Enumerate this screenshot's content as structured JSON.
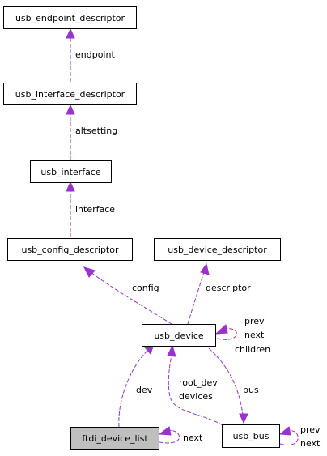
{
  "nodes": {
    "usb_endpoint_descriptor": "usb_endpoint_descriptor",
    "usb_interface_descriptor": "usb_interface_descriptor",
    "usb_interface": "usb_interface",
    "usb_config_descriptor": "usb_config_descriptor",
    "usb_device_descriptor": "usb_device_descriptor",
    "usb_device": "usb_device",
    "ftdi_device_list": "ftdi_device_list",
    "usb_bus": "usb_bus"
  },
  "edges": {
    "endpoint": "endpoint",
    "altsetting": "altsetting",
    "interface": "interface",
    "config": "config",
    "descriptor": "descriptor",
    "device_self_prev": "prev",
    "device_self_next": "next",
    "device_self_children": "children",
    "dev": "dev",
    "root_dev": "root_dev",
    "devices": "devices",
    "bus": "bus",
    "list_self_next": "next",
    "bus_self_prev": "prev",
    "bus_self_next": "next"
  },
  "colors": {
    "edge": "#9a32cd",
    "highlight_fill": "#bfbfbf"
  }
}
